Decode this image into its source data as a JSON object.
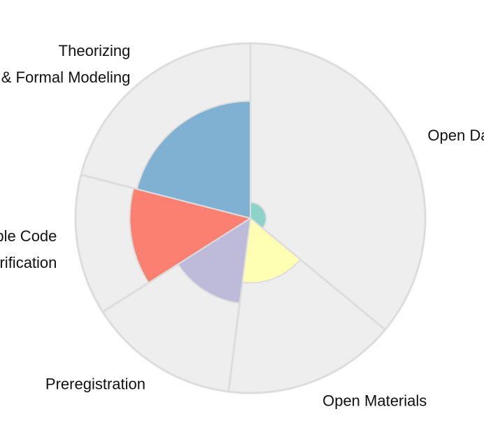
{
  "chart_data": {
    "type": "polar-area",
    "categories": [
      "Open Data",
      "Open Materials",
      "Preregistration",
      "Reproducible Code & Verification",
      "Theorizing & Formal Modeling"
    ],
    "category_labels": [
      [
        "Open Data"
      ],
      [
        "Open Materials"
      ],
      [
        "Preregistration"
      ],
      [
        "Reproducible Code",
        "& Verification"
      ],
      [
        "Theorizing",
        "& Formal Modeling"
      ]
    ],
    "segment_shares": [
      0.36,
      0.16,
      0.14,
      0.13,
      0.21
    ],
    "values": [
      0.09,
      0.37,
      0.49,
      0.69,
      0.67
    ],
    "rmax": 1.0,
    "colors": [
      "#8dd3c7",
      "#ffffb3",
      "#bebada",
      "#fb8072",
      "#80b1d3"
    ],
    "background_color": "#eeeeee",
    "grid_color": "#dddddd",
    "grid": true,
    "legend": false
  }
}
